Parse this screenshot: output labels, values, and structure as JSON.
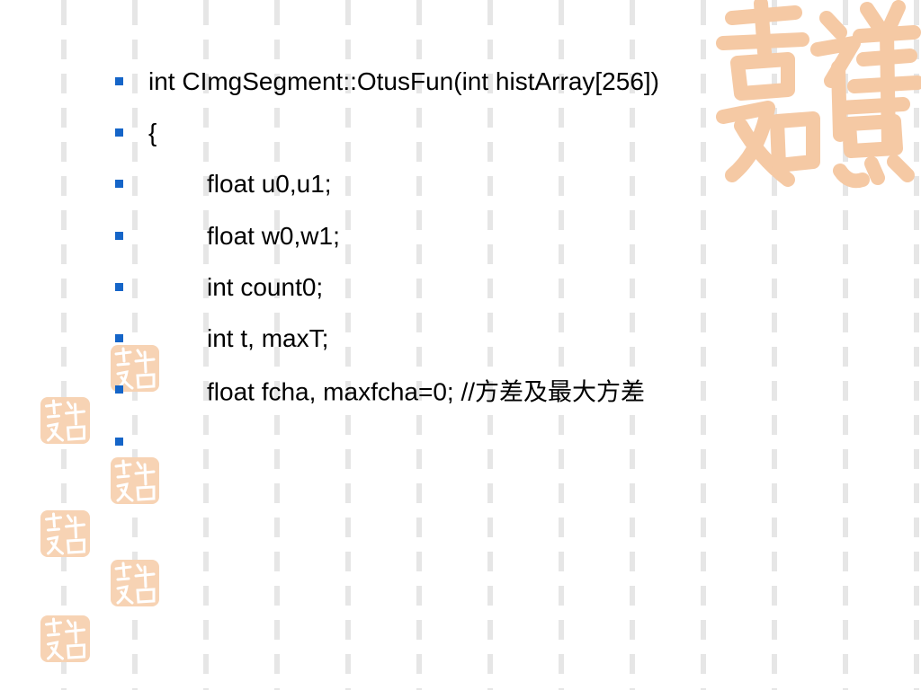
{
  "colors": {
    "bullet": "#1565c8",
    "seal": "#f7d3b4",
    "stripe": "#e6e6e6",
    "text": "#000000"
  },
  "icons": {
    "bullet": "square-bullet-icon",
    "seal": "auspicious-seal-icon"
  },
  "slide": {
    "lines": [
      {
        "code": "int CImgSegment::OtusFun(int histArray[256])",
        "comment": ""
      },
      {
        "code": "{",
        "comment": ""
      },
      {
        "code": "float u0,u1;",
        "comment": ""
      },
      {
        "code": "float w0,w1;",
        "comment": ""
      },
      {
        "code": "int count0;",
        "comment": ""
      },
      {
        "code": "int t, maxT;",
        "comment": ""
      },
      {
        "code": "float fcha, maxfcha=0; //",
        "comment": "方差及最大方差"
      },
      {
        "code": "",
        "comment": ""
      }
    ]
  }
}
